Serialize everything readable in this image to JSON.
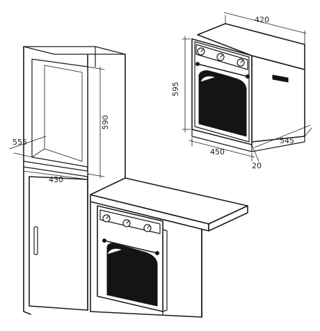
{
  "oven": {
    "depth": "420",
    "height": "595",
    "width": "450",
    "body_depth": "545",
    "door_offset": "20"
  },
  "cabinet": {
    "niche_depth": "555",
    "niche_height": "590",
    "niche_width": "430"
  }
}
